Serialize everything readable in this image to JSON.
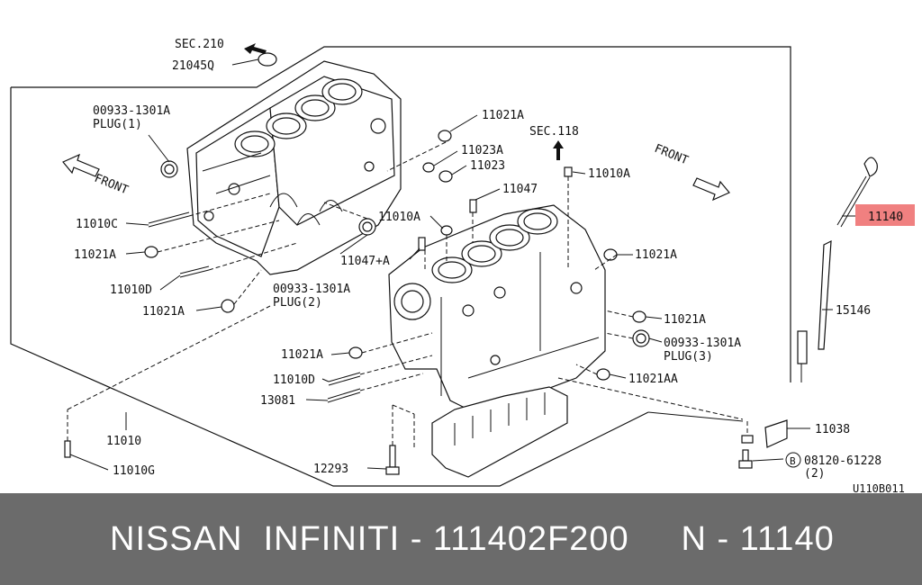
{
  "diagram": {
    "drawing_code": "U110B011",
    "labels": {
      "sec210": "SEC.210",
      "p21045Q": "21045Q",
      "plug1_no": "00933-1301A",
      "plug1_name": "PLUG(1)",
      "front_left": "FRONT",
      "front_right": "FRONT",
      "p11021A_top": "11021A",
      "p11023A": "11023A",
      "p11023": "11023",
      "sec118": "SEC.118",
      "p11010A_top": "11010A",
      "p11047": "11047",
      "p11010C": "11010C",
      "p11021A_left": "11021A",
      "p11010A_mid": "11010A",
      "p11047A": "11047+A",
      "p11010D_left": "11010D",
      "plug2_no": "00933-1301A",
      "plug2_name": "PLUG(2)",
      "p11021A_left2": "11021A",
      "p11021A_right": "11021A",
      "p11140": "11140",
      "p15146": "15146",
      "p11021A_right2": "11021A",
      "plug3_no": "00933-1301A",
      "plug3_name": "PLUG(3)",
      "p11021A_bl": "11021A",
      "p11010D_bottom": "11010D",
      "p11021AA": "11021AA",
      "p13081": "13081",
      "p11010": "11010",
      "p11038": "11038",
      "p11010G": "11010G",
      "p12293": "12293",
      "bolt_badge": "B",
      "bolt_no": "08120-61228",
      "bolt_qty": "(2)"
    },
    "highlight_color": "#f08080"
  },
  "footer": {
    "text": "NISSAN  INFINITI - 111402F200     N - 11140"
  }
}
